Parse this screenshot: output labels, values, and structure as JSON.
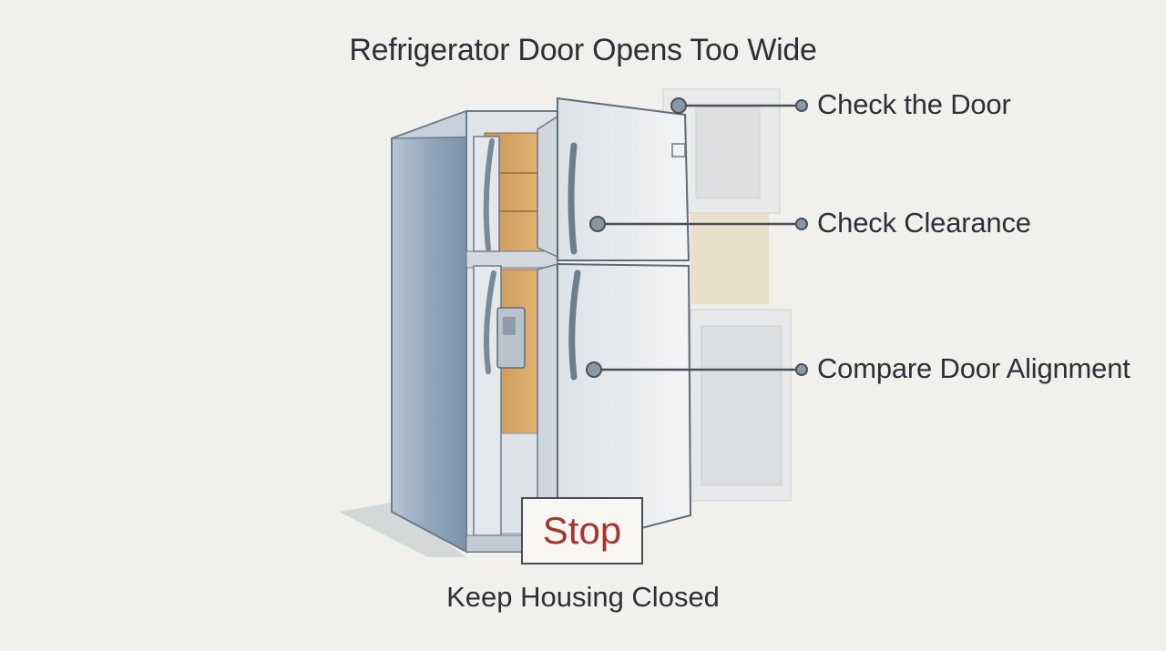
{
  "header": {
    "title": "Refrigerator Door Opens Too Wide"
  },
  "callouts": [
    {
      "label": "Check the Door"
    },
    {
      "label": "Check Clearance"
    },
    {
      "label": "Compare Door Alignment"
    }
  ],
  "stop_sign": {
    "label": "Stop"
  },
  "footer": {
    "caption": "Keep Housing Closed"
  },
  "colors": {
    "fridge_side": "#9fb0c2",
    "fridge_front": "#e9ecef",
    "interior": "#d9a868",
    "stop_text": "#a8342f",
    "line": "#4a4f57"
  },
  "icons": [
    "callout-dot-icon"
  ]
}
